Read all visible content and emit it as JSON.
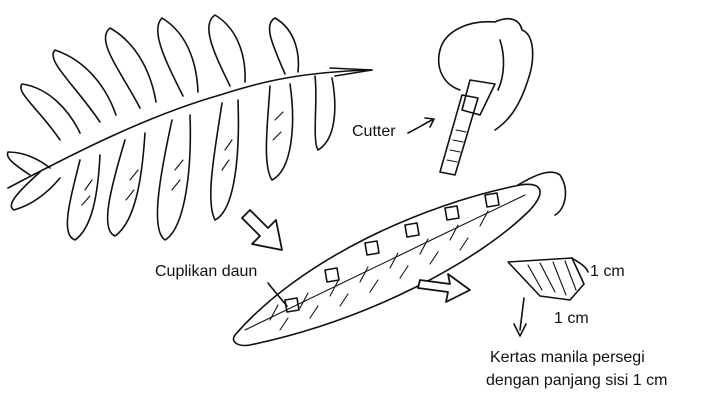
{
  "labels": {
    "cutter": "Cutter",
    "leaf_snippet": "Cuplikan daun",
    "side_right": "1 cm",
    "side_bottom": "1 cm",
    "paper_line1": "Kertas manila persegi",
    "paper_line2": "dengan panjang sisi 1 cm"
  }
}
